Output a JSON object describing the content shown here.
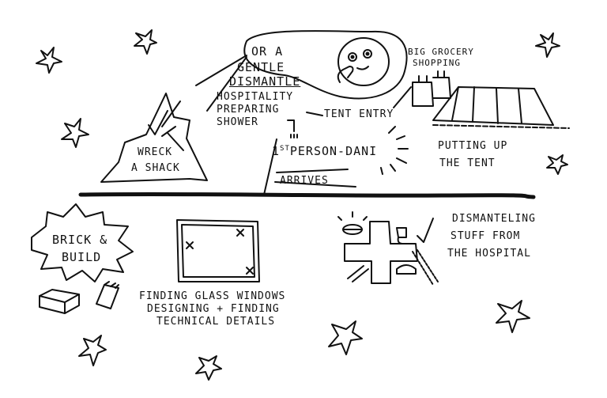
{
  "colors": {
    "ink": "#111111",
    "paper": "#ffffff"
  },
  "labels": {
    "gentle_dismantle_1": "OR A",
    "gentle_dismantle_2": "GENTLE",
    "gentle_dismantle_3": "DISMANTLE",
    "hospitality_1": "HOSPITALITY",
    "hospitality_2": "PREPARING",
    "hospitality_3": "SHOWER",
    "tent_entry": "TENT ENTRY",
    "grocery_1": "BIG GROCERY",
    "grocery_2": "SHOPPING",
    "putting_up_1": "PUTTING UP",
    "putting_up_2": "THE TENT",
    "first_person_prefix": "1",
    "first_person_suffix": "ST",
    "first_person_rest": "PERSON-DANI",
    "arrives": "ARRIVES",
    "wreck_1": "WRECK",
    "wreck_2": "A SHACK",
    "brick_1": "BRICK &",
    "brick_2": "BUILD",
    "windows_1": "FINDING GLASS WINDOWS",
    "windows_2": "DESIGNING + FINDING",
    "windows_3": "TECHNICAL DETAILS",
    "dismantle_h_1": "DISMANTELING",
    "dismantle_h_2": "STUFF FROM",
    "dismantle_h_3": "THE HOSPITAL"
  },
  "icons": [
    "star-icon",
    "face-thinking-icon",
    "hammer-icon",
    "checkmark-icon",
    "tent-icon",
    "shopping-bag-icon",
    "window-frame-icon",
    "brick-icon",
    "brush-icon",
    "cross-icon",
    "shower-icon",
    "lamp-icon",
    "toilet-icon",
    "pipe-icon"
  ]
}
